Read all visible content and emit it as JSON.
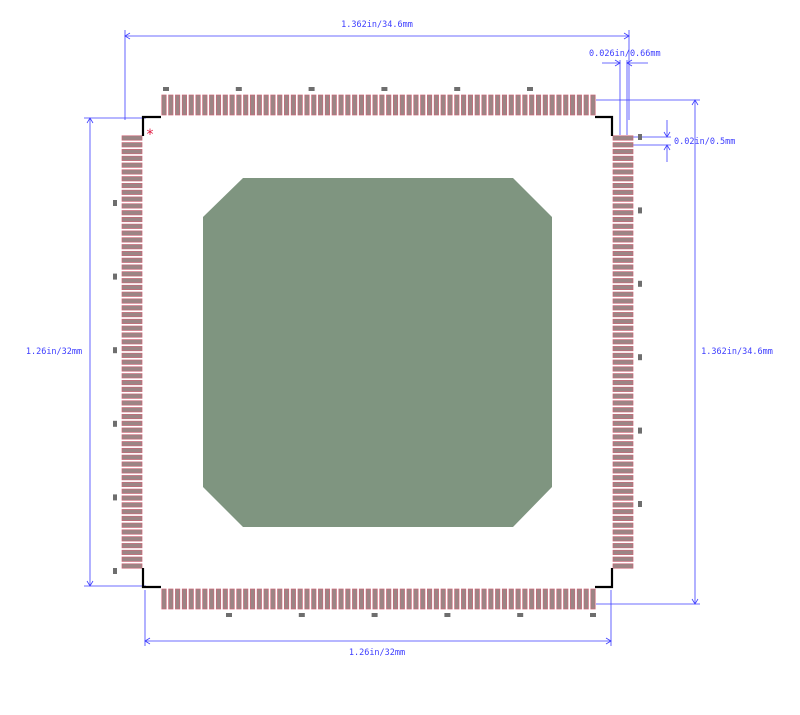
{
  "colors": {
    "dimension": "#3d3dff",
    "pad_fill": "#9b8585",
    "pad_stroke": "#cc6677",
    "body_outline": "#000000",
    "thermal_pad": "#7f9580",
    "pin1_marker": "#e0143c",
    "fiducial": "#6e6e6e"
  },
  "dimensions": {
    "top_width": "1.362in/34.6mm",
    "pad_width": "0.026in/0.66mm",
    "pitch": "0.02in/0.5mm",
    "left_height": "1.26in/32mm",
    "right_height": "1.362in/34.6mm",
    "bottom_width": "1.26in/32mm"
  },
  "footprint": {
    "pins_per_side": 64,
    "fiducials_per_side": 6,
    "pin1_marker": "*"
  }
}
